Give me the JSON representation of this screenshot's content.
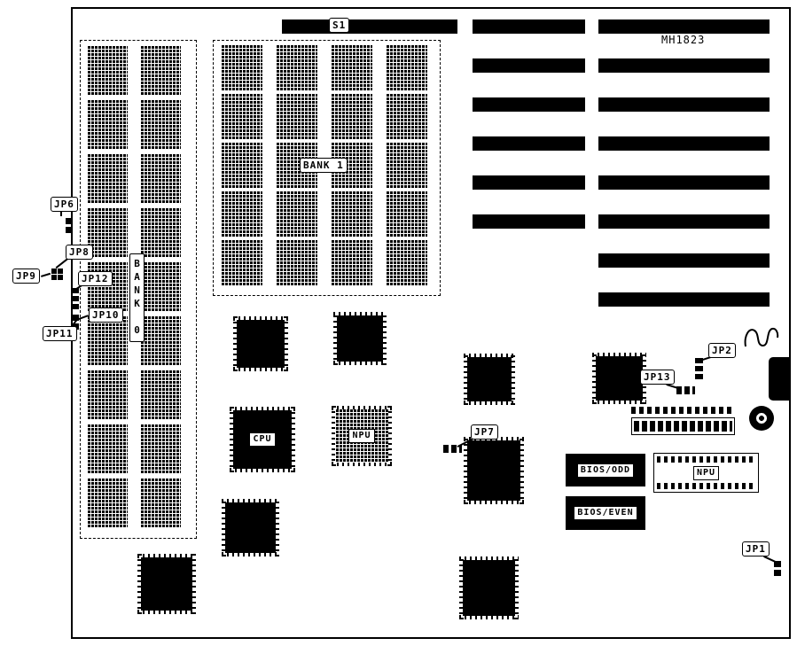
{
  "model": "MH1823",
  "switch": {
    "label": "S1"
  },
  "memory": {
    "bank0": {
      "label": "BANK 0",
      "columns": 2,
      "chips_per_column": 9,
      "chips": 18
    },
    "bank1": {
      "label": "BANK 1",
      "columns": 4,
      "chips_per_column": 5,
      "chips": 20
    }
  },
  "chips": {
    "cpu": "CPU",
    "npu_socket": "NPU",
    "npu_right": "NPU",
    "bios_odd": "BIOS/ODD",
    "bios_even": "BIOS/EVEN"
  },
  "jumpers": {
    "jp1": "JP1",
    "jp2": "JP2",
    "jp6": "JP6",
    "jp7": "JP7",
    "jp8": "JP8",
    "jp9": "JP9",
    "jp10": "JP10",
    "jp11": "JP11",
    "jp12": "JP12",
    "jp13": "JP13"
  },
  "slots": {
    "left_count": 6,
    "right_count": 8
  },
  "colors": {
    "ink": "#000000",
    "paper": "#ffffff"
  }
}
